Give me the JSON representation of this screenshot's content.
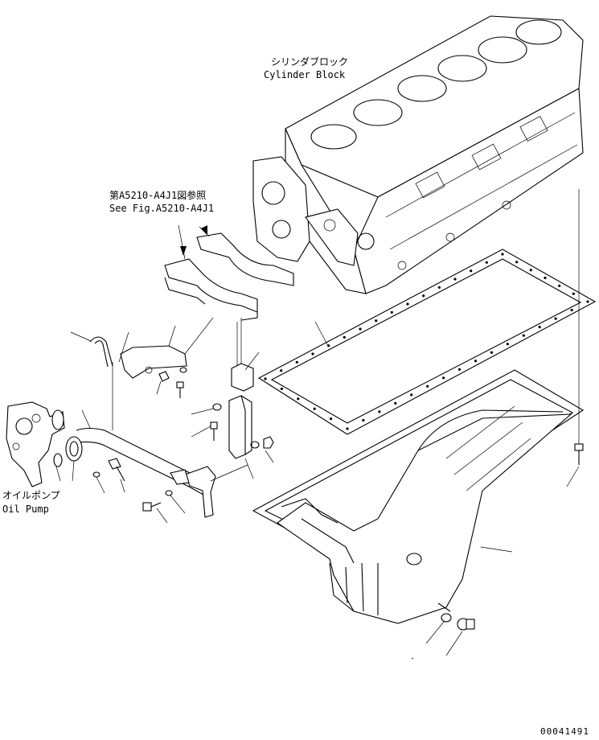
{
  "labels": {
    "cylinder_block_jp": "シリンダブロック",
    "cylinder_block_en": "Cylinder Block",
    "see_fig_jp": "第A5210-A4J1図参照",
    "see_fig_en": "See Fig.A5210-A4J1",
    "oil_pump_jp": "オイルポンプ",
    "oil_pump_en": "Oil Pump",
    "drawing_number": "00041491"
  },
  "icons": {
    "cylinder_block": "cylinder-block-icon",
    "oil_pan": "oil-pan-icon",
    "oil_pan_gasket": "oil-pan-gasket-icon",
    "oil_pump": "oil-pump-icon",
    "suction_pipe": "suction-pipe-icon",
    "bracket_upper": "main-bearing-bracket-icon",
    "support_bracket": "support-bracket-icon",
    "u_bolt": "u-bolt-icon",
    "drain_plug": "drain-plug-icon"
  }
}
